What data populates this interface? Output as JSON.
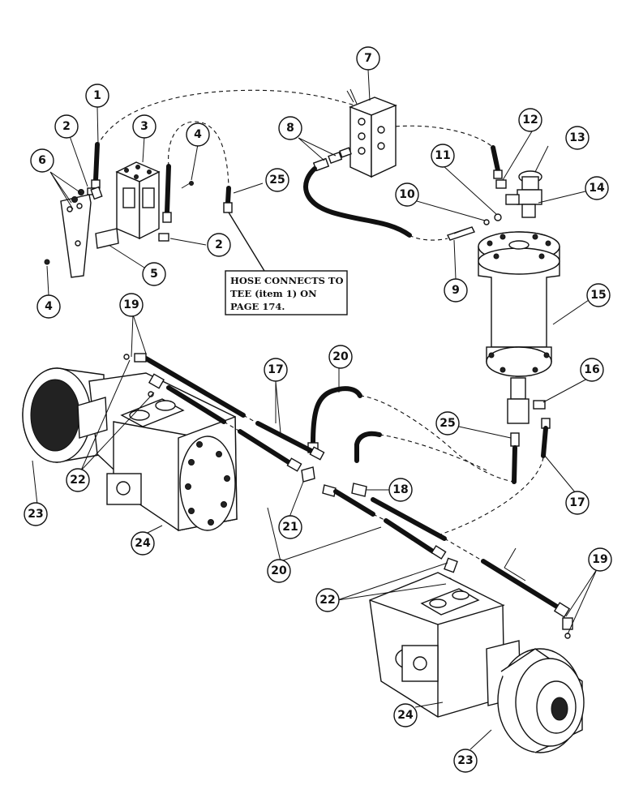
{
  "note": {
    "lines": [
      "HOSE CONNECTS TO",
      "TEE (item 1) ON",
      "PAGE 174."
    ]
  },
  "callouts": [
    {
      "id": "c1",
      "label": "1"
    },
    {
      "id": "c2a",
      "label": "2"
    },
    {
      "id": "c2b",
      "label": "2"
    },
    {
      "id": "c3",
      "label": "3"
    },
    {
      "id": "c4a",
      "label": "4"
    },
    {
      "id": "c4b",
      "label": "4"
    },
    {
      "id": "c5",
      "label": "5"
    },
    {
      "id": "c6",
      "label": "6"
    },
    {
      "id": "c7",
      "label": "7"
    },
    {
      "id": "c8",
      "label": "8"
    },
    {
      "id": "c9",
      "label": "9"
    },
    {
      "id": "c10",
      "label": "10"
    },
    {
      "id": "c11",
      "label": "11"
    },
    {
      "id": "c12",
      "label": "12"
    },
    {
      "id": "c13",
      "label": "13"
    },
    {
      "id": "c14",
      "label": "14"
    },
    {
      "id": "c15",
      "label": "15"
    },
    {
      "id": "c16",
      "label": "16"
    },
    {
      "id": "c17a",
      "label": "17"
    },
    {
      "id": "c17b",
      "label": "17"
    },
    {
      "id": "c18",
      "label": "18"
    },
    {
      "id": "c19a",
      "label": "19"
    },
    {
      "id": "c19b",
      "label": "19"
    },
    {
      "id": "c20a",
      "label": "20"
    },
    {
      "id": "c20b",
      "label": "20"
    },
    {
      "id": "c21",
      "label": "21"
    },
    {
      "id": "c22a",
      "label": "22"
    },
    {
      "id": "c22b",
      "label": "22"
    },
    {
      "id": "c23a",
      "label": "23"
    },
    {
      "id": "c23b",
      "label": "23"
    },
    {
      "id": "c24a",
      "label": "24"
    },
    {
      "id": "c24b",
      "label": "24"
    },
    {
      "id": "c25a",
      "label": "25"
    },
    {
      "id": "c25b",
      "label": "25"
    }
  ]
}
